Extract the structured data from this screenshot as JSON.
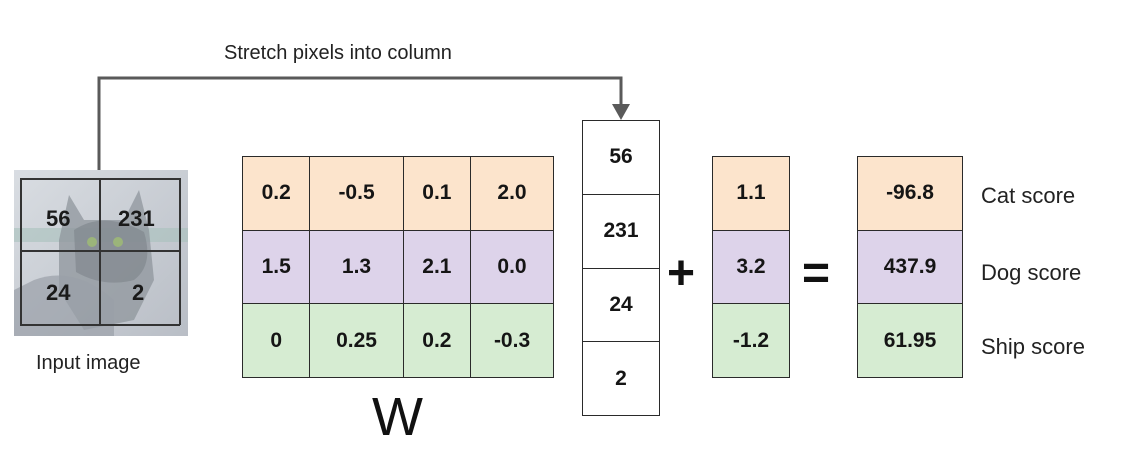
{
  "arrow_label": "Stretch pixels into column",
  "input_image": {
    "caption": "Input image",
    "pixels": [
      "56",
      "231",
      "24",
      "2"
    ]
  },
  "weights": {
    "label": "W",
    "rows": [
      [
        "0.2",
        "-0.5",
        "0.1",
        "2.0"
      ],
      [
        "1.5",
        "1.3",
        "2.1",
        "0.0"
      ],
      [
        "0",
        "0.25",
        "0.2",
        "-0.3"
      ]
    ]
  },
  "column": [
    "56",
    "231",
    "24",
    "2"
  ],
  "plus": "+",
  "bias": [
    "1.1",
    "3.2",
    "-1.2"
  ],
  "equals": "=",
  "scores": [
    "-96.8",
    "437.9",
    "61.95"
  ],
  "score_labels": [
    "Cat score",
    "Dog score",
    "Ship score"
  ],
  "colors": {
    "cat_row": "#fce4cc",
    "dog_row": "#ddd3ea",
    "ship_row": "#d6ecd2"
  }
}
